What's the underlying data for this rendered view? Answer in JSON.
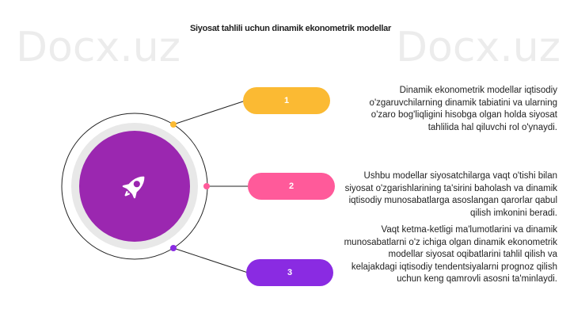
{
  "watermark": "Docx.uz",
  "title": "Siyosat tahlili uchun dinamik ekonometrik modellar",
  "colors": {
    "yellow": "#FBBA33",
    "pink": "#FF5A9A",
    "purple": "#8A2BE2",
    "circle": "#9B27B0",
    "ring": "#E8E8E8"
  },
  "center_icon": "rocket-icon",
  "items": [
    {
      "number": "1",
      "text": "Dinamik ekonometrik modellar iqtisodiy o'zgaruvchilarning dinamik tabiatini va ularning o'zaro bog'liqligini hisobga olgan holda siyosat tahlilida hal qiluvchi rol o'ynaydi."
    },
    {
      "number": "2",
      "text": "Ushbu modellar siyosatchilarga vaqt o'tishi bilan siyosat o'zgarishlarining ta'sirini baholash va dinamik iqtisodiy munosabatlarga asoslangan qarorlar qabul qilish imkonini beradi."
    },
    {
      "number": "3",
      "text": "Vaqt ketma-ketligi ma'lumotlarini va dinamik munosabatlarni o'z ichiga olgan dinamik ekonometrik modellar siyosat oqibatlarini tahlil qilish va kelajakdagi iqtisodiy tendentsiyalarni prognoz qilish uchun keng qamrovli asosni ta'minlaydi."
    }
  ]
}
